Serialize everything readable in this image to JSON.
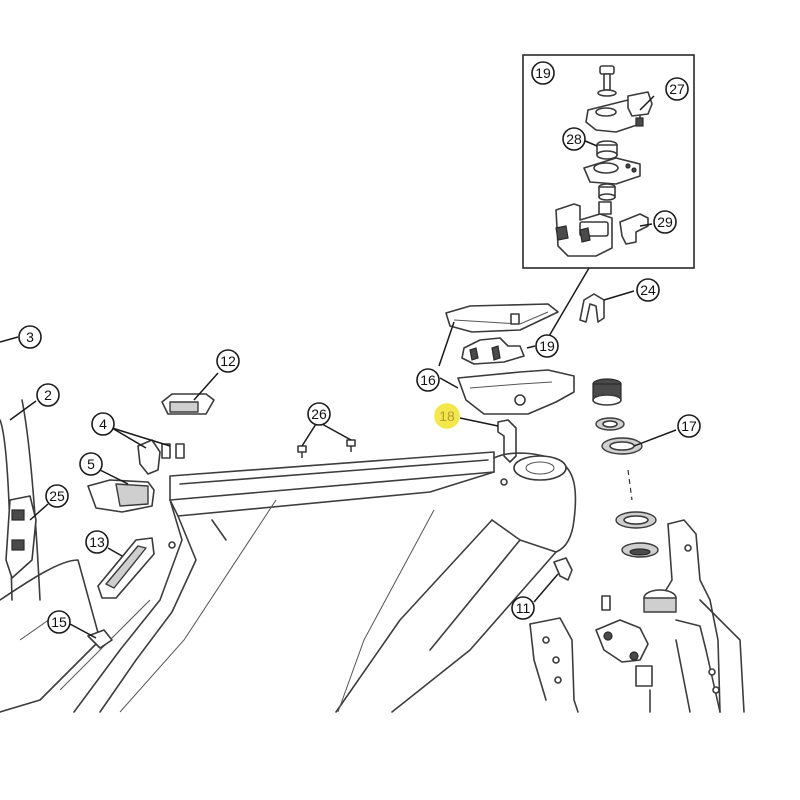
{
  "callouts": {
    "c19_inset": "19",
    "c27": "27",
    "c28": "28",
    "c29": "29",
    "c24": "24",
    "c19": "19",
    "c16": "16",
    "c18": "18",
    "c17": "17",
    "c3": "3",
    "c2": "2",
    "c12": "12",
    "c4": "4",
    "c26": "26",
    "c5": "5",
    "c25": "25",
    "c13": "13",
    "c15": "15",
    "c11": "11"
  },
  "colors": {
    "highlight": "#f2e84a",
    "highlight_text": "#b59c3a",
    "line": "#3a3a3a"
  }
}
